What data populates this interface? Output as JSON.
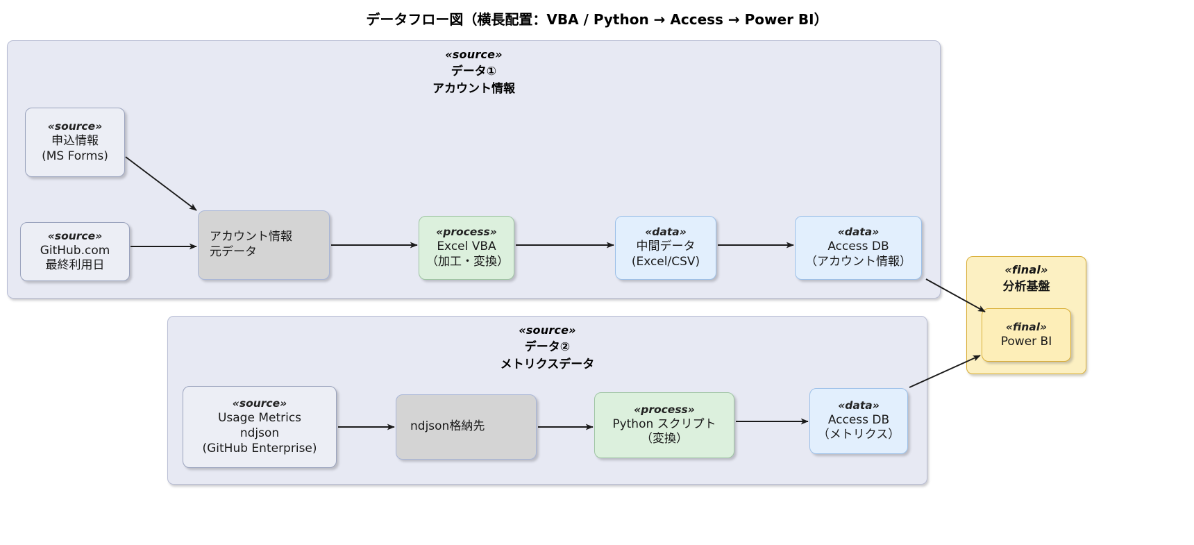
{
  "title": "データフロー図（横長配置：VBA / Python → Access → Power BI）",
  "packages": {
    "source1": {
      "stereotype": "«source»",
      "name_line1": "データ①",
      "name_line2": "アカウント情報"
    },
    "source2": {
      "stereotype": "«source»",
      "name_line1": "データ②",
      "name_line2": "メトリクスデータ"
    },
    "final": {
      "stereotype": "«final»",
      "name": "分析基盤"
    }
  },
  "nodes": {
    "ms_forms": {
      "stereotype": "«source»",
      "line1": "申込情報",
      "line2": "(MS Forms)"
    },
    "github_com": {
      "stereotype": "«source»",
      "line1": "GitHub.com",
      "line2": "最終利用日"
    },
    "account_raw": {
      "stereotype": "",
      "line1": "アカウント情報",
      "line2": "元データ"
    },
    "excel_vba": {
      "stereotype": "«process»",
      "line1": "Excel VBA",
      "line2": "（加工・変換）"
    },
    "interim_data": {
      "stereotype": "«data»",
      "line1": "中間データ",
      "line2": "(Excel/CSV)"
    },
    "access_account": {
      "stereotype": "«data»",
      "line1": "Access DB",
      "line2": "（アカウント情報）"
    },
    "usage_metrics": {
      "stereotype": "«source»",
      "line1": "Usage Metrics",
      "line2": "ndjson",
      "line3": "(GitHub Enterprise)"
    },
    "ndjson_store": {
      "stereotype": "",
      "line1": "ndjson格納先",
      "line2": ""
    },
    "python_script": {
      "stereotype": "«process»",
      "line1": "Python スクリプト",
      "line2": "（変換）"
    },
    "access_metrics": {
      "stereotype": "«data»",
      "line1": "Access DB",
      "line2": "（メトリクス）"
    },
    "power_bi": {
      "stereotype": "«final»",
      "line1": "Power BI",
      "line2": ""
    }
  },
  "colors": {
    "package_fill": "#e7e9f3",
    "package_border": "#b8bdd4",
    "source_fill": "#eceef5",
    "raw_fill": "#d4d4d4",
    "process_fill": "#dcf0dd",
    "data_fill": "#e2effd",
    "final_fill": "#fdeeb8",
    "final_border": "#d9ae36",
    "arrow": "#1a1a1a"
  }
}
